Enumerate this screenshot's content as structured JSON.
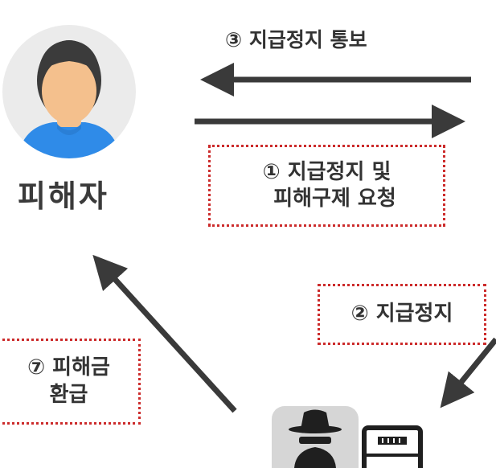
{
  "steps": {
    "step1_line1": "① 지급정지 및",
    "step1_line2": "피해구제 요청",
    "step2": "② 지급정지",
    "step3": "③ 지급정지 통보",
    "step7_line1": "⑦ 피해금",
    "step7_line2": "환급"
  },
  "actors": {
    "victim_label": "피해자"
  },
  "icons": {
    "victim": "person-avatar-icon",
    "fraudster": "fraudster-hat-icon",
    "account": "bankbook-icon"
  },
  "colors": {
    "arrow": "#3a3a3a",
    "box_border": "#cc2b2b",
    "avatar_bg": "#ebebeb",
    "skin": "#f4c08d",
    "hair": "#3b3b3b",
    "shirt": "#2f8be8"
  }
}
